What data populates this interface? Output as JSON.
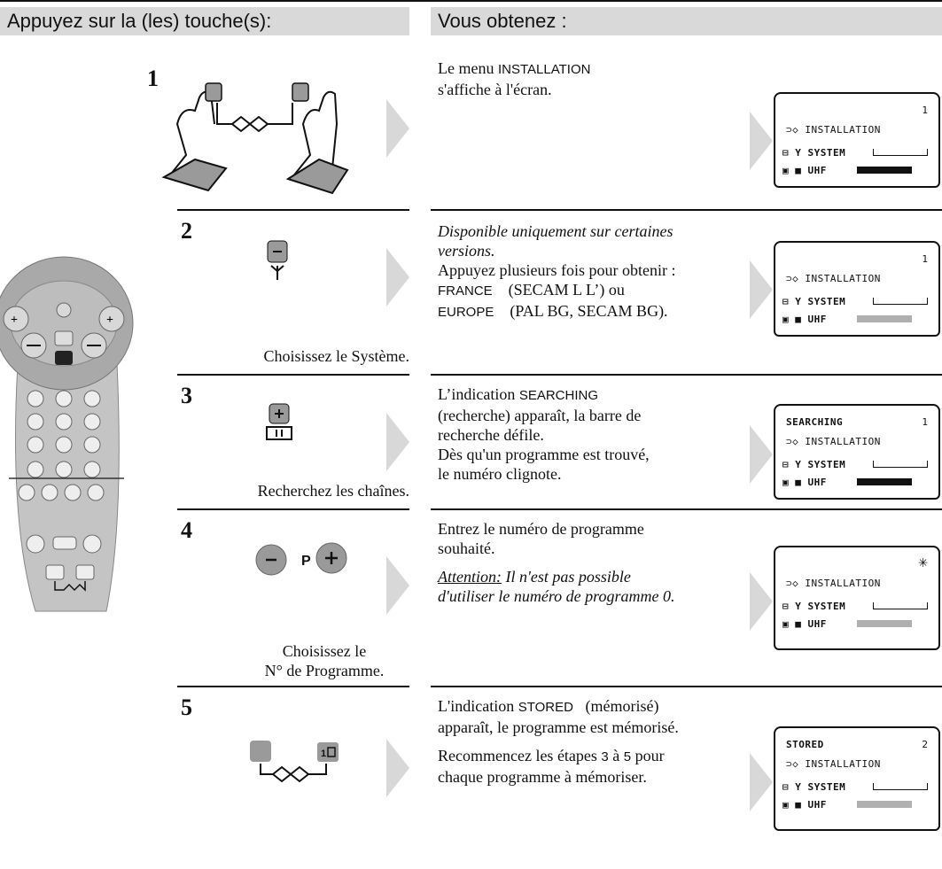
{
  "header": {
    "left": "Appuyez sur la (les) touche(s):",
    "right": "Vous obtenez :"
  },
  "steps": [
    {
      "number": "1",
      "caption": "",
      "desc_lines": [
        {
          "parts": [
            {
              "t": "Le menu ",
              "s": "serif"
            },
            {
              "t": "INSTALLATION",
              "s": "sans"
            }
          ]
        },
        {
          "parts": [
            {
              "t": "s'affiche à l'écran.",
              "s": "serif"
            }
          ]
        }
      ],
      "screen": {
        "top_label": "",
        "number": "1",
        "title": "INSTALLATION",
        "system": "SYSTEM",
        "uhf": "UHF",
        "bar_style": "black"
      }
    },
    {
      "number": "2",
      "caption": "Choisissez le Système.",
      "desc_lines": [
        {
          "parts": [
            {
              "t": "Disponible uniquement sur certaines",
              "s": "italic"
            }
          ]
        },
        {
          "parts": [
            {
              "t": "versions.",
              "s": "italic"
            }
          ]
        },
        {
          "parts": [
            {
              "t": "Appuyez plusieurs fois pour obtenir :",
              "s": "serif"
            }
          ]
        },
        {
          "parts": [
            {
              "t": "FRANCE",
              "s": "sans"
            },
            {
              "t": "    (SECAM L L’) ou",
              "s": "serif"
            }
          ]
        },
        {
          "parts": [
            {
              "t": "EUROPE",
              "s": "sans"
            },
            {
              "t": "    (PAL BG, SECAM BG).",
              "s": "serif"
            }
          ]
        }
      ],
      "screen": {
        "top_label": "",
        "number": "1",
        "title": "INSTALLATION",
        "system": "SYSTEM",
        "uhf": "UHF",
        "bar_style": "grey"
      }
    },
    {
      "number": "3",
      "caption": "Recherchez les chaînes.",
      "desc_lines": [
        {
          "parts": [
            {
              "t": "L’indication ",
              "s": "serif"
            },
            {
              "t": "SEARCHING",
              "s": "sans"
            }
          ]
        },
        {
          "parts": [
            {
              "t": "(recherche) apparaît, la barre de",
              "s": "serif"
            }
          ]
        },
        {
          "parts": [
            {
              "t": "recherche défile.",
              "s": "serif"
            }
          ]
        },
        {
          "parts": [
            {
              "t": "Dès qu'un programme est trouvé,",
              "s": "serif"
            }
          ]
        },
        {
          "parts": [
            {
              "t": "le numéro clignote.",
              "s": "serif"
            }
          ]
        }
      ],
      "screen": {
        "top_label": "SEARCHING",
        "number": "1",
        "title": "INSTALLATION",
        "system": "SYSTEM",
        "uhf": "UHF",
        "bar_style": "black"
      }
    },
    {
      "number": "4",
      "caption": "Choisissez le N° de Programme.",
      "caption_lines": [
        "Choisissez le",
        "N° de Programme."
      ],
      "desc_lines": [
        {
          "parts": [
            {
              "t": "Entrez le numéro de programme",
              "s": "serif"
            }
          ]
        },
        {
          "parts": [
            {
              "t": "souhaité.",
              "s": "serif"
            }
          ]
        },
        {
          "parts": [
            {
              "t": "",
              "s": "serif"
            }
          ]
        },
        {
          "parts": [
            {
              "t": "Attention:",
              "s": "ital-u"
            },
            {
              "t": " Il n'est pas possible",
              "s": "italic"
            }
          ]
        },
        {
          "parts": [
            {
              "t": "d'utiliser le numéro de programme 0.",
              "s": "italic"
            }
          ]
        }
      ],
      "screen": {
        "top_label": "",
        "number": "✳",
        "title": "INSTALLATION",
        "system": "SYSTEM",
        "uhf": "UHF",
        "bar_style": "grey"
      }
    },
    {
      "number": "5",
      "caption": "",
      "desc_lines": [
        {
          "parts": [
            {
              "t": "L'indication ",
              "s": "serif"
            },
            {
              "t": "STORED",
              "s": "sans"
            },
            {
              "t": "   (mémorisé)",
              "s": "serif"
            }
          ]
        },
        {
          "parts": [
            {
              "t": "apparaît, le programme est mémorisé.",
              "s": "serif"
            }
          ]
        },
        {
          "parts": [
            {
              "t": "",
              "s": "serif"
            }
          ]
        },
        {
          "parts": [
            {
              "t": "Recommencez les étapes ",
              "s": "serif"
            },
            {
              "t": "3",
              "s": "sans"
            },
            {
              "t": " à ",
              "s": "serif"
            },
            {
              "t": "5",
              "s": "sans"
            },
            {
              "t": " pour",
              "s": "serif"
            }
          ]
        },
        {
          "parts": [
            {
              "t": "chaque programme à mémoriser.",
              "s": "serif"
            }
          ]
        }
      ],
      "screen": {
        "top_label": "STORED",
        "number": "2",
        "title": "INSTALLATION",
        "system": "SYSTEM",
        "uhf": "UHF",
        "bar_style": "grey"
      }
    }
  ],
  "colors": {
    "header_bg": "#d9d9d9",
    "arrow": "#d8d8d8",
    "bar_grey": "#b0b0b0",
    "remote_body": "#bdbdbd"
  }
}
